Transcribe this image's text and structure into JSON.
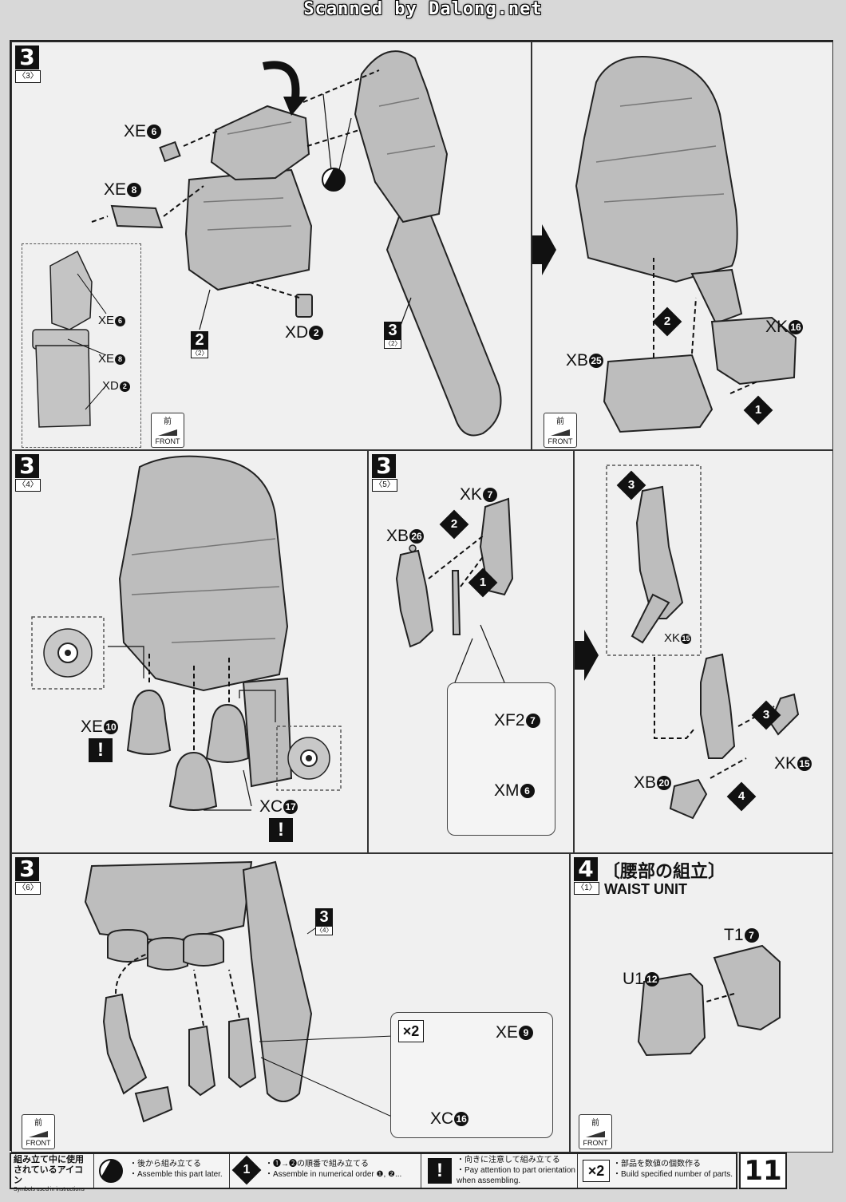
{
  "scan_header": "Scanned by Dalong.net",
  "page_number": "11",
  "front_icon": {
    "kanji": "前",
    "label": "FRONT"
  },
  "panels": {
    "p1": {
      "step": "3",
      "sub": "〈3〉",
      "labels": {
        "xe6": "XE",
        "xe6n": "6",
        "xe8": "XE",
        "xe8n": "8",
        "xd2": "XD",
        "xd2n": "2",
        "ins_xe6": "XE",
        "ins_xe6n": "6",
        "ins_xe8": "XE",
        "ins_xe8n": "8",
        "ins_xd2": "XD",
        "ins_xd2n": "2"
      },
      "ref2": {
        "n": "2",
        "s": "〈2〉"
      },
      "ref3": {
        "n": "3",
        "s": "〈2〉"
      }
    },
    "p2": {
      "labels": {
        "xk16": "XK",
        "xk16n": "16",
        "xb25": "XB",
        "xb25n": "25"
      },
      "ord1": "1",
      "ord2": "2"
    },
    "p3": {
      "step": "3",
      "sub": "〈4〉",
      "labels": {
        "xe10": "XE",
        "xe10n": "10",
        "xc17": "XC",
        "xc17n": "17"
      },
      "warn": "!"
    },
    "p4": {
      "step": "3",
      "sub": "〈5〉",
      "labels": {
        "xk7": "XK",
        "xk7n": "7",
        "xb26": "XB",
        "xb26n": "26",
        "xf27": "XF2",
        "xf27n": "7",
        "xm6": "XM",
        "xm6n": "6"
      },
      "ord1": "1",
      "ord2": "2"
    },
    "p5": {
      "labels": {
        "xk15a": "XK",
        "xk15an": "15",
        "xk15b": "XK",
        "xk15bn": "15",
        "xb20": "XB",
        "xb20n": "20"
      },
      "ord3a": "3",
      "ord3b": "3",
      "ord4": "4"
    },
    "p6": {
      "step": "3",
      "sub": "〈6〉",
      "ref3": {
        "n": "3",
        "s": "〈4〉"
      },
      "labels": {
        "x2": "×2",
        "xe9": "XE",
        "xe9n": "9",
        "xc16": "XC",
        "xc16n": "16"
      }
    },
    "p7": {
      "step": "4",
      "sub": "〈1〉",
      "title_jp": "〔腰部の組立〕",
      "title_en": "WAIST UNIT",
      "labels": {
        "t17": "T1",
        "t17n": "7",
        "u112": "U1",
        "u112n": "12"
      }
    }
  },
  "legend": {
    "head_jp_1": "組み立て中に使用",
    "head_jp_2": "されているアイコン",
    "head_en": "Symbols used in instructions",
    "items": [
      {
        "jp": "・後から組み立てる",
        "en": "・Assemble this part later."
      },
      {
        "jp": "・❶→❷の順番で組み立てる",
        "en": "・Assemble in numerical order ❶, ❷..."
      },
      {
        "jp": "・向きに注意して組み立てる",
        "en": "・Pay attention to part orientation",
        "en2": "when assembling."
      },
      {
        "jp": "・部品を数値の個数作る",
        "en": "・Build specified number of parts."
      }
    ],
    "icon_ord": "1",
    "icon_warn": "!",
    "icon_x2": "×2"
  }
}
